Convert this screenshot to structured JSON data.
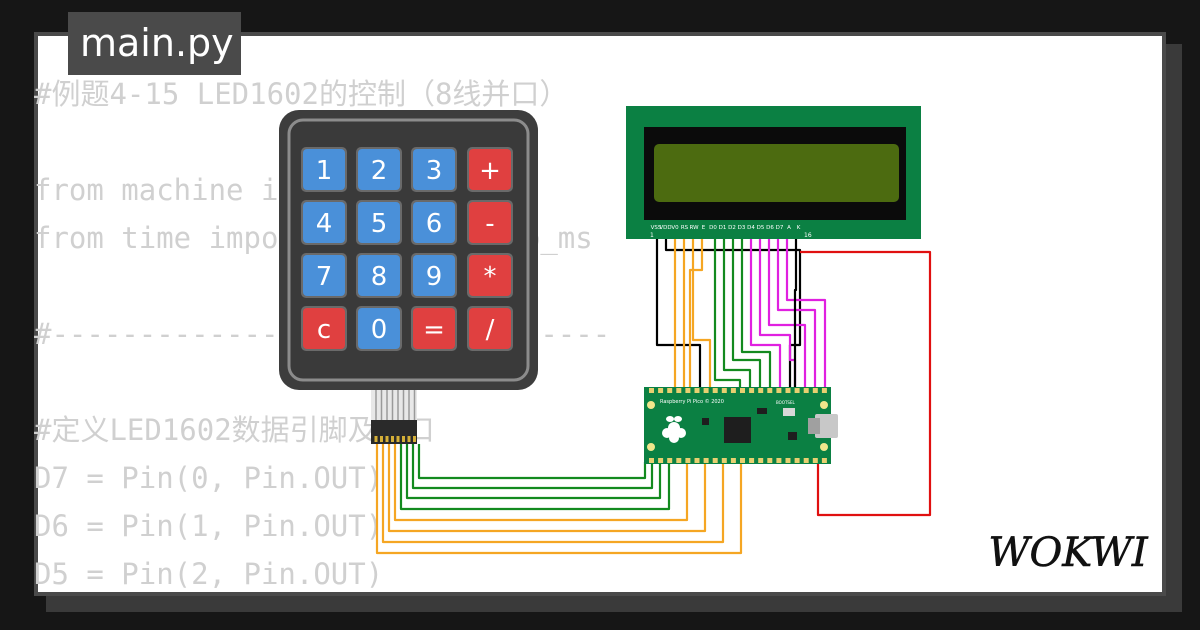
{
  "tab": {
    "title": "main.py"
  },
  "code": {
    "lines": [
      "#例题4-15 LED1602的控制（8线并口）",
      "",
      "from machine import Pin",
      "from time import sleep, sleep_ms",
      "",
      "#--------------------------------",
      "",
      "#定义LED1602数据引脚及端口",
      "D7 = Pin(0, Pin.OUT)",
      "D6 = Pin(1, Pin.OUT)",
      "D5 = Pin(2, Pin.OUT)"
    ]
  },
  "keypad": {
    "keys": [
      {
        "label": "1",
        "kind": "digit"
      },
      {
        "label": "2",
        "kind": "digit"
      },
      {
        "label": "3",
        "kind": "digit"
      },
      {
        "label": "+",
        "kind": "op"
      },
      {
        "label": "4",
        "kind": "digit"
      },
      {
        "label": "5",
        "kind": "digit"
      },
      {
        "label": "6",
        "kind": "digit"
      },
      {
        "label": "-",
        "kind": "op"
      },
      {
        "label": "7",
        "kind": "digit"
      },
      {
        "label": "8",
        "kind": "digit"
      },
      {
        "label": "9",
        "kind": "digit"
      },
      {
        "label": "*",
        "kind": "op"
      },
      {
        "label": "c",
        "kind": "op"
      },
      {
        "label": "0",
        "kind": "digit"
      },
      {
        "label": "=",
        "kind": "op"
      },
      {
        "label": "/",
        "kind": "op"
      }
    ]
  },
  "lcd": {
    "pin_labels": [
      "VSS",
      "VDD",
      "V0",
      "RS",
      "RW",
      "E",
      "D0",
      "D1",
      "D2",
      "D3",
      "D4",
      "D5",
      "D6",
      "D7",
      "A",
      "K"
    ],
    "pin_first": "1",
    "pin_last": "16"
  },
  "pico": {
    "silkscreen": "Raspberry Pi Pico © 2020",
    "bootsel": "BOOTSEL"
  },
  "logo": {
    "text": "WOKWI"
  },
  "colors": {
    "digit_key": "#4a90d9",
    "op_key": "#e04040",
    "pcb_green": "#0b8043",
    "lcd_screen": "#4c6b10",
    "wire_orange": "#f5a623",
    "wire_green": "#138a1f",
    "wire_magenta": "#e020e0",
    "wire_red": "#e01010",
    "wire_black": "#000000"
  }
}
